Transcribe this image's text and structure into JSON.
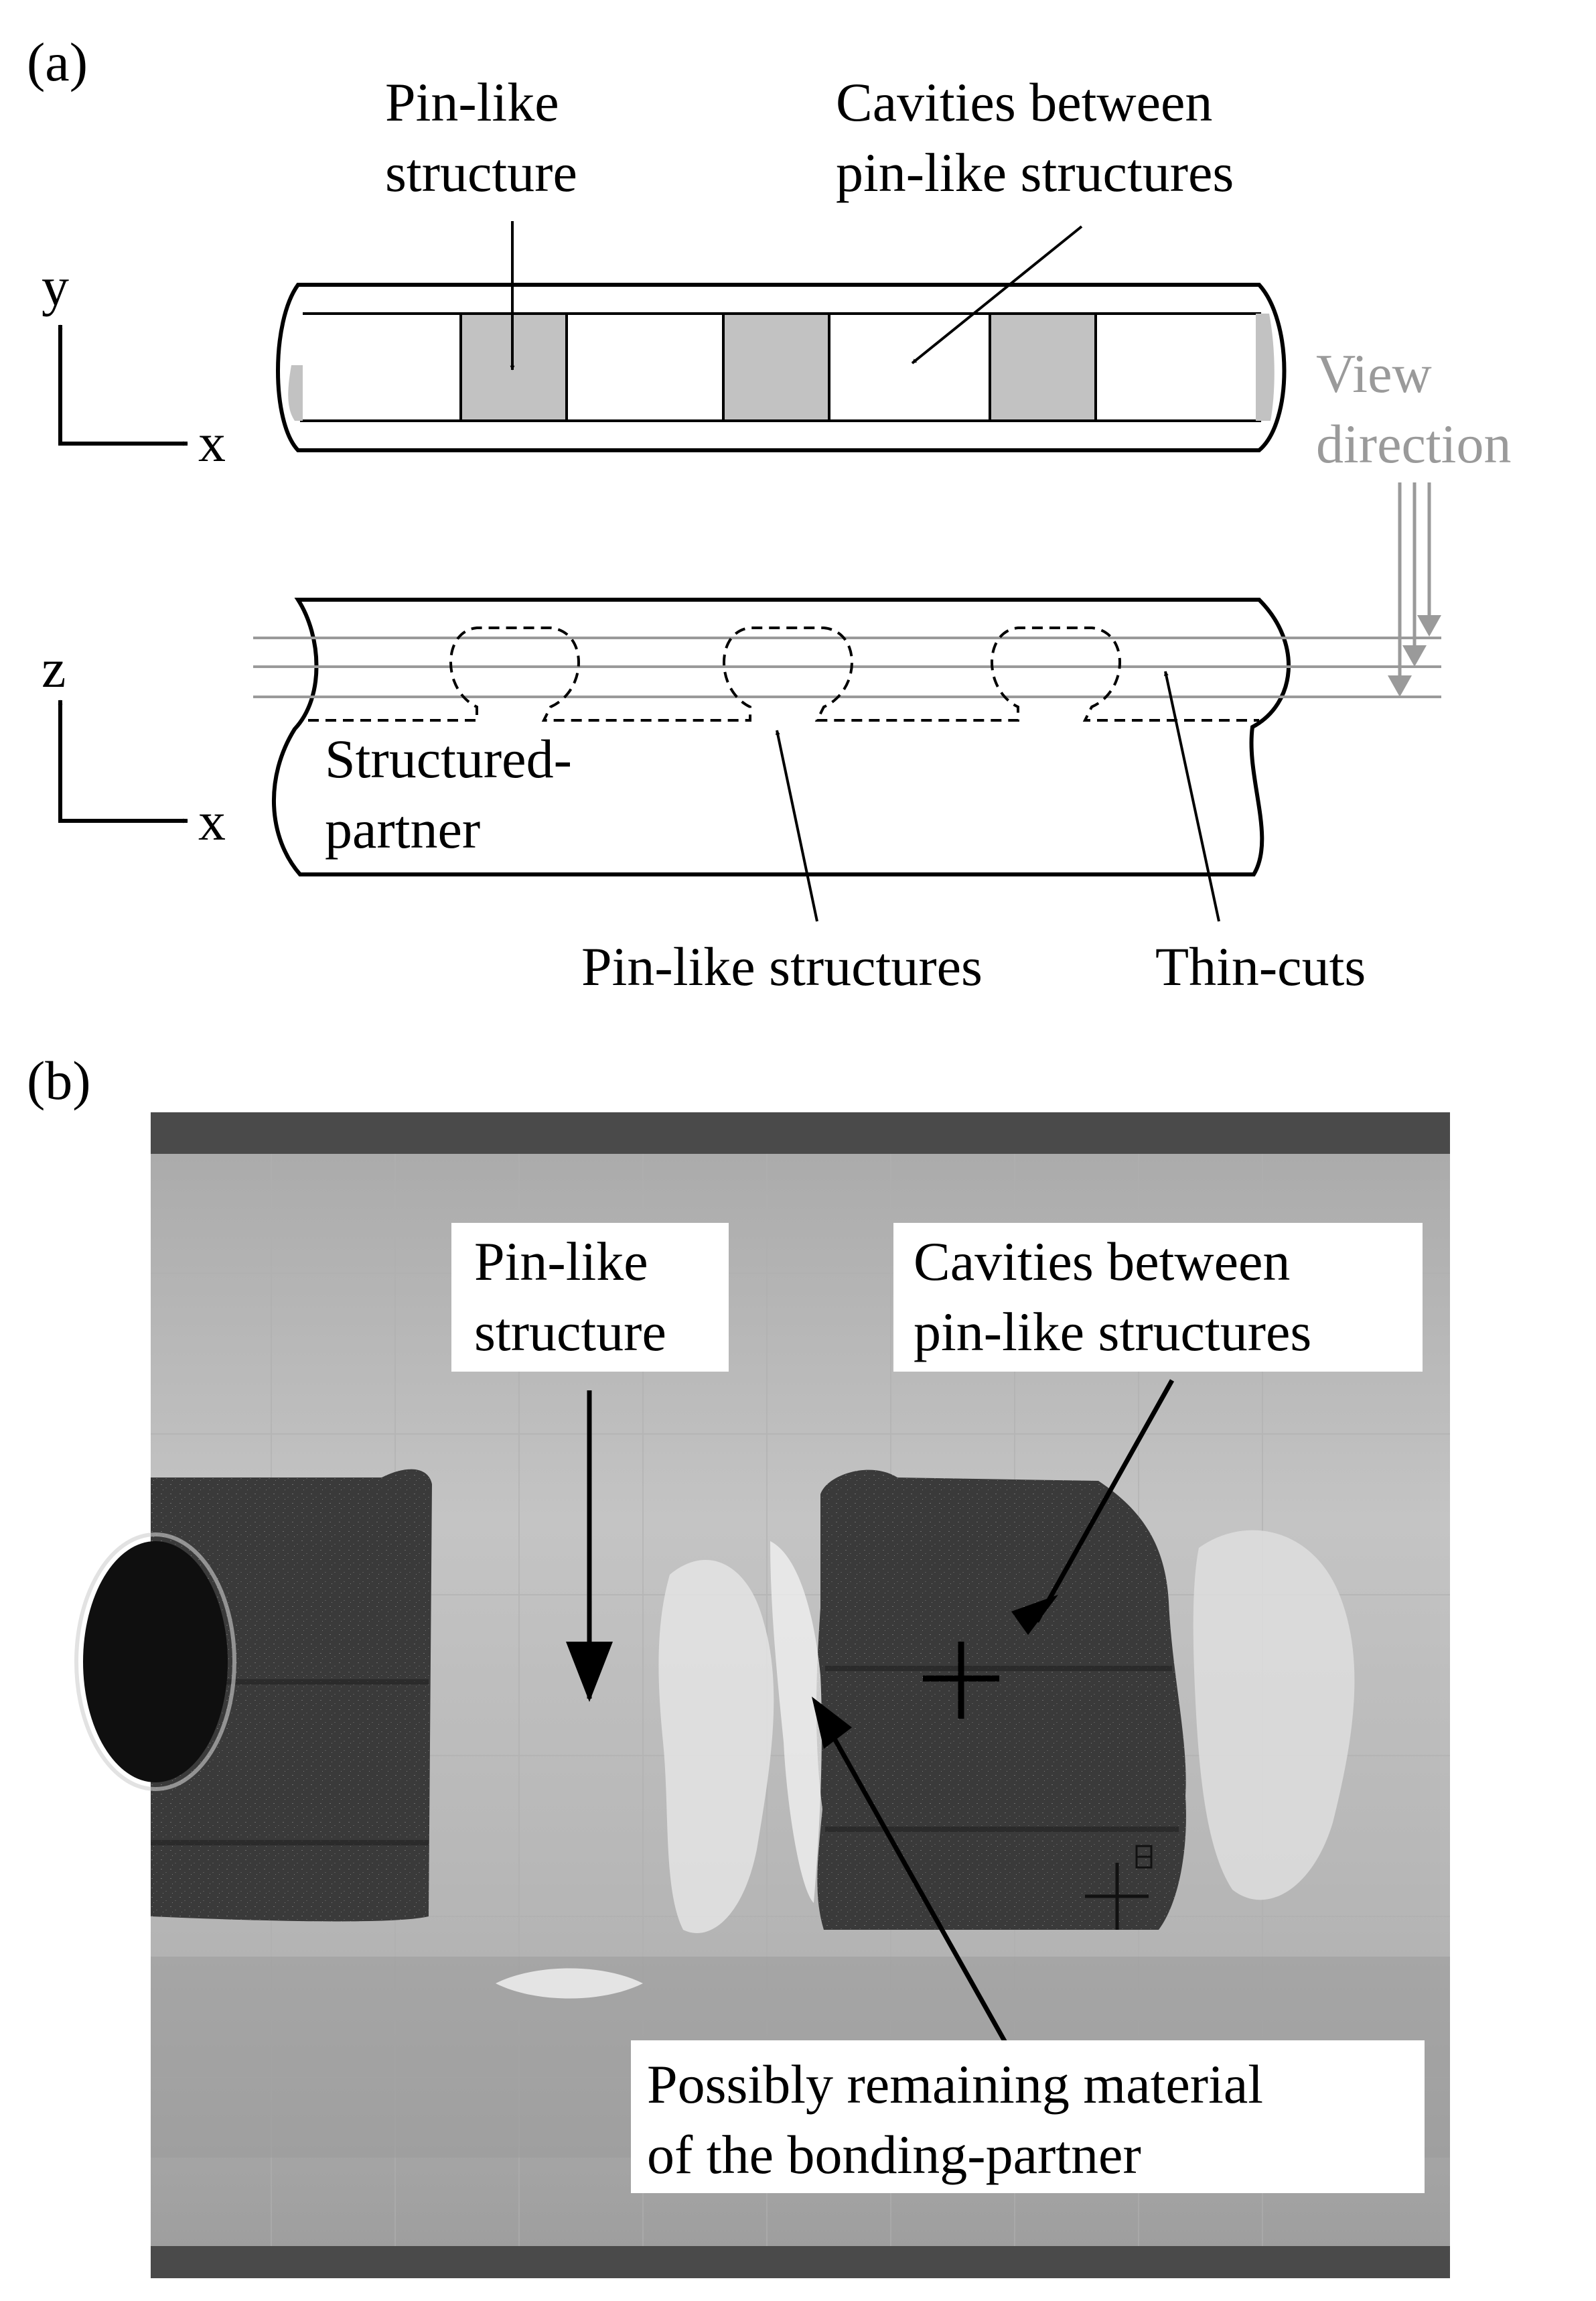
{
  "panel_a": {
    "tag": "(a)",
    "top_view": {
      "label_pin": [
        "Pin-like",
        "structure"
      ],
      "label_cavities": [
        "Cavities between",
        "pin-like structures"
      ],
      "axis_vertical": "y",
      "axis_horizontal": "x"
    },
    "view_direction": [
      "View",
      "direction"
    ],
    "side_view": {
      "axis_vertical": "z",
      "axis_horizontal": "x",
      "label_partner": [
        "Structured-",
        "partner"
      ],
      "label_pins": "Pin-like structures",
      "label_thincuts": "Thin-cuts"
    }
  },
  "panel_b": {
    "tag": "(b)",
    "label_pin": [
      "Pin-like",
      "structure"
    ],
    "label_cavities": [
      "Cavities between",
      "pin-like structures"
    ],
    "label_remaining": [
      "Possibly remaining material",
      "of the bonding-partner"
    ]
  },
  "colors": {
    "pin_fill": "#c2c2c2",
    "guide_gray": "#9a9a9a",
    "stripe_dark": "#3e3e3e"
  }
}
